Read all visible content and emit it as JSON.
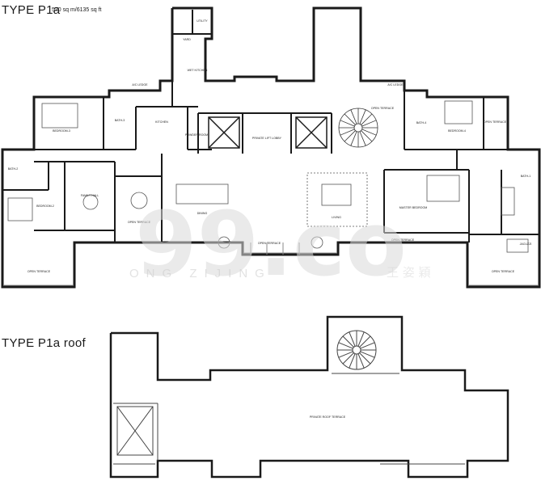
{
  "plan": {
    "title": "TYPE P1a",
    "area": "570 sq m/6135 sq ft",
    "roof_title": "TYPE P1a roof"
  },
  "labels": {
    "utility": "UTILITY",
    "yard": "YARD",
    "wet_kitchen": "WET KITCHEN",
    "ac_ledge_left": "A/C LEDGE",
    "ac_ledge_right": "A/C LEDGE",
    "bedroom_3": "BEDROOM-3",
    "bath_3": "BATH-3",
    "kitchen": "KITCHEN",
    "powder_room": "POWDER ROOM",
    "private_lift_lobby": "PRIVATE LIFT LOBBY",
    "open_terrace_top": "OPEN TERRACE",
    "bath_4": "BATH-4",
    "bedroom_4": "BEDROOM-4",
    "open_terrace_right_top": "OPEN TERRACE",
    "bath_2": "BATH-2",
    "bedroom_2": "BEDROOM-2",
    "family_hall": "FAMILY HALL",
    "open_terrace_mid": "OPEN TERRACE",
    "dining": "DINING",
    "living": "LIVING",
    "master_bedroom": "MASTER BEDROOM",
    "bath_1": "BATH-1",
    "jacuzzi": "JACUZZI",
    "open_terrace_center": "OPEN TERRACE",
    "open_terrace_right_mid": "OPEN TERRACE",
    "open_terrace_left_bottom": "OPEN TERRACE",
    "open_terrace_right_bottom": "OPEN TERRACE",
    "private_roof_terrace": "PRIVATE ROOF TERRACE"
  },
  "watermark": {
    "logo": "99.co",
    "subtitle": "ONG ZIJING",
    "chinese": "王 姿 穎"
  },
  "colors": {
    "wall": "#1a1a1a",
    "line": "#555555",
    "terrace_rail": "#888888",
    "watermark": "#d9d9d9"
  }
}
